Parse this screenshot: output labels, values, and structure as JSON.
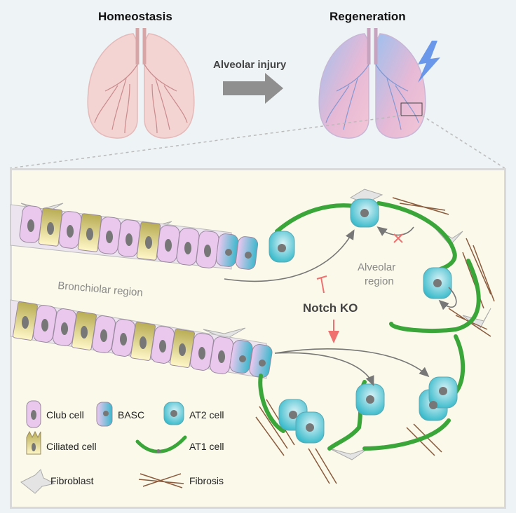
{
  "header": {
    "homeostasis_title": "Homeostasis",
    "regeneration_title": "Regeneration",
    "arrow_label": "Alveolar injury"
  },
  "diagram": {
    "bronchiolar_label": "Bronchiolar region",
    "alveolar_label_line1": "Alveolar",
    "alveolar_label_line2": "region",
    "notch_label": "Notch KO"
  },
  "legend": {
    "club": "Club cell",
    "basc": "BASC",
    "at2": "AT2 cell",
    "ciliated": "Ciliated cell",
    "at1": "AT1 cell",
    "fibroblast": "Fibroblast",
    "fibrosis": "Fibrosis"
  },
  "colors": {
    "club": "#eac8ee",
    "ciliated": "#c9bd6a",
    "at2": "#2ab8c9",
    "at1": "#3aa63a",
    "fibrosis": "#8a5a3c",
    "inhibit": "#f07070",
    "lung": "#f0c8c8"
  }
}
